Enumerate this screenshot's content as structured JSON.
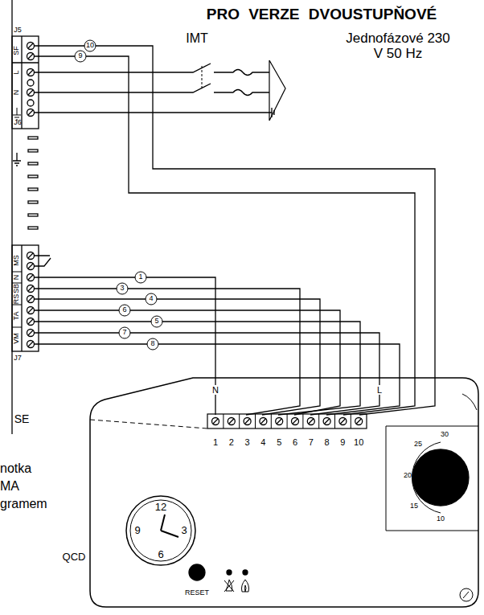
{
  "diagram": {
    "title": "PRO VERZE DVOUSTUPŇOVÉ",
    "labels": [
      "IMT",
      "Jednofázové 230 V 50 Hz",
      "J5",
      "SF",
      "L",
      "N",
      "J6",
      "MS",
      "N",
      "SB",
      "RS",
      "TA",
      "VM",
      "J7",
      "SE",
      "10",
      "9",
      "1",
      "3",
      "4",
      "6",
      "5",
      "7",
      "8",
      "N",
      "L",
      "1",
      "2",
      "3",
      "4",
      "5",
      "6",
      "7",
      "8",
      "9",
      "10",
      "12",
      "9",
      "3",
      "6",
      "30",
      "25",
      "20",
      "15",
      "10",
      "RESET",
      "notka",
      "MA",
      "gramem",
      "QCD"
    ]
  }
}
